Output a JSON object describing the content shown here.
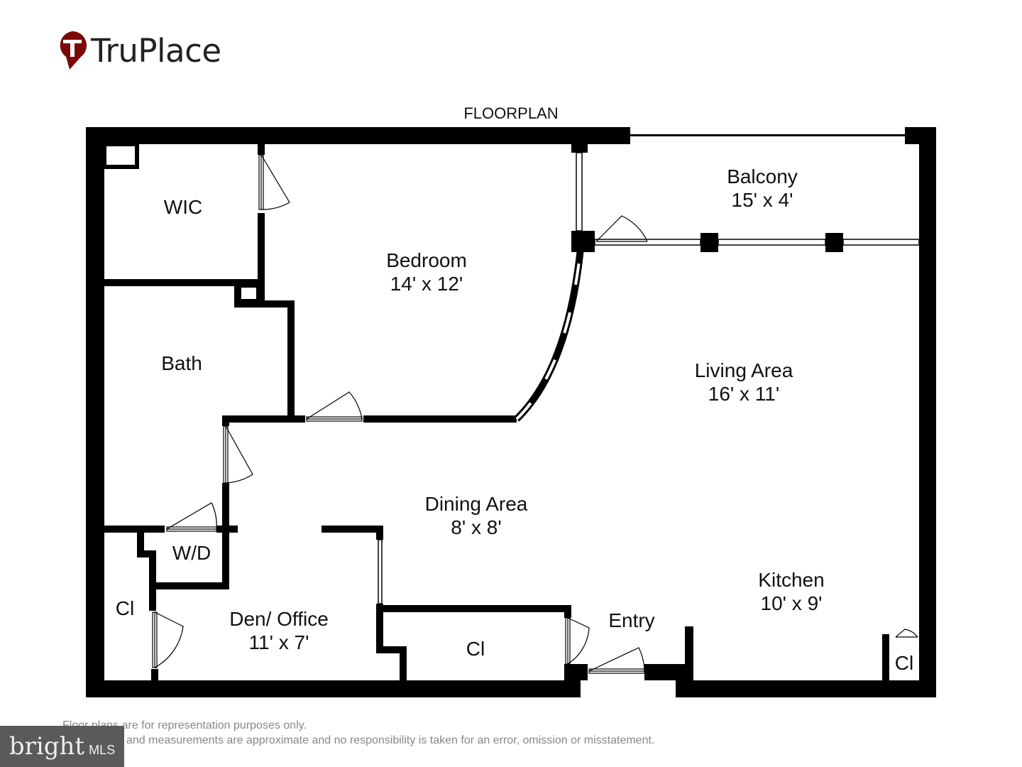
{
  "brand": {
    "name": "TruPlace",
    "accent": "#7a0a0a"
  },
  "title": "FLOORPLAN",
  "rooms": [
    {
      "name": "WIC",
      "size": ""
    },
    {
      "name": "Bedroom",
      "size": "14' x 12'"
    },
    {
      "name": "Balcony",
      "size": "15' x 4'"
    },
    {
      "name": "Bath",
      "size": ""
    },
    {
      "name": "Living Area",
      "size": "16' x 11'"
    },
    {
      "name": "Dining Area",
      "size": "8' x 8'"
    },
    {
      "name": "W/D",
      "size": ""
    },
    {
      "name": "Cl",
      "size": ""
    },
    {
      "name": "Den/ Office",
      "size": "11' x 7'"
    },
    {
      "name": "Cl",
      "size": ""
    },
    {
      "name": "Entry",
      "size": ""
    },
    {
      "name": "Kitchen",
      "size": "10' x 9'"
    },
    {
      "name": "Cl",
      "size": ""
    }
  ],
  "disclaimer": {
    "line1": "Floor plans are for representation purposes only.",
    "line2": "and measurements are approximate and no responsibility is taken for an error, omission or misstatement."
  },
  "watermark": {
    "brand": "bright",
    "suffix": "MLS"
  }
}
